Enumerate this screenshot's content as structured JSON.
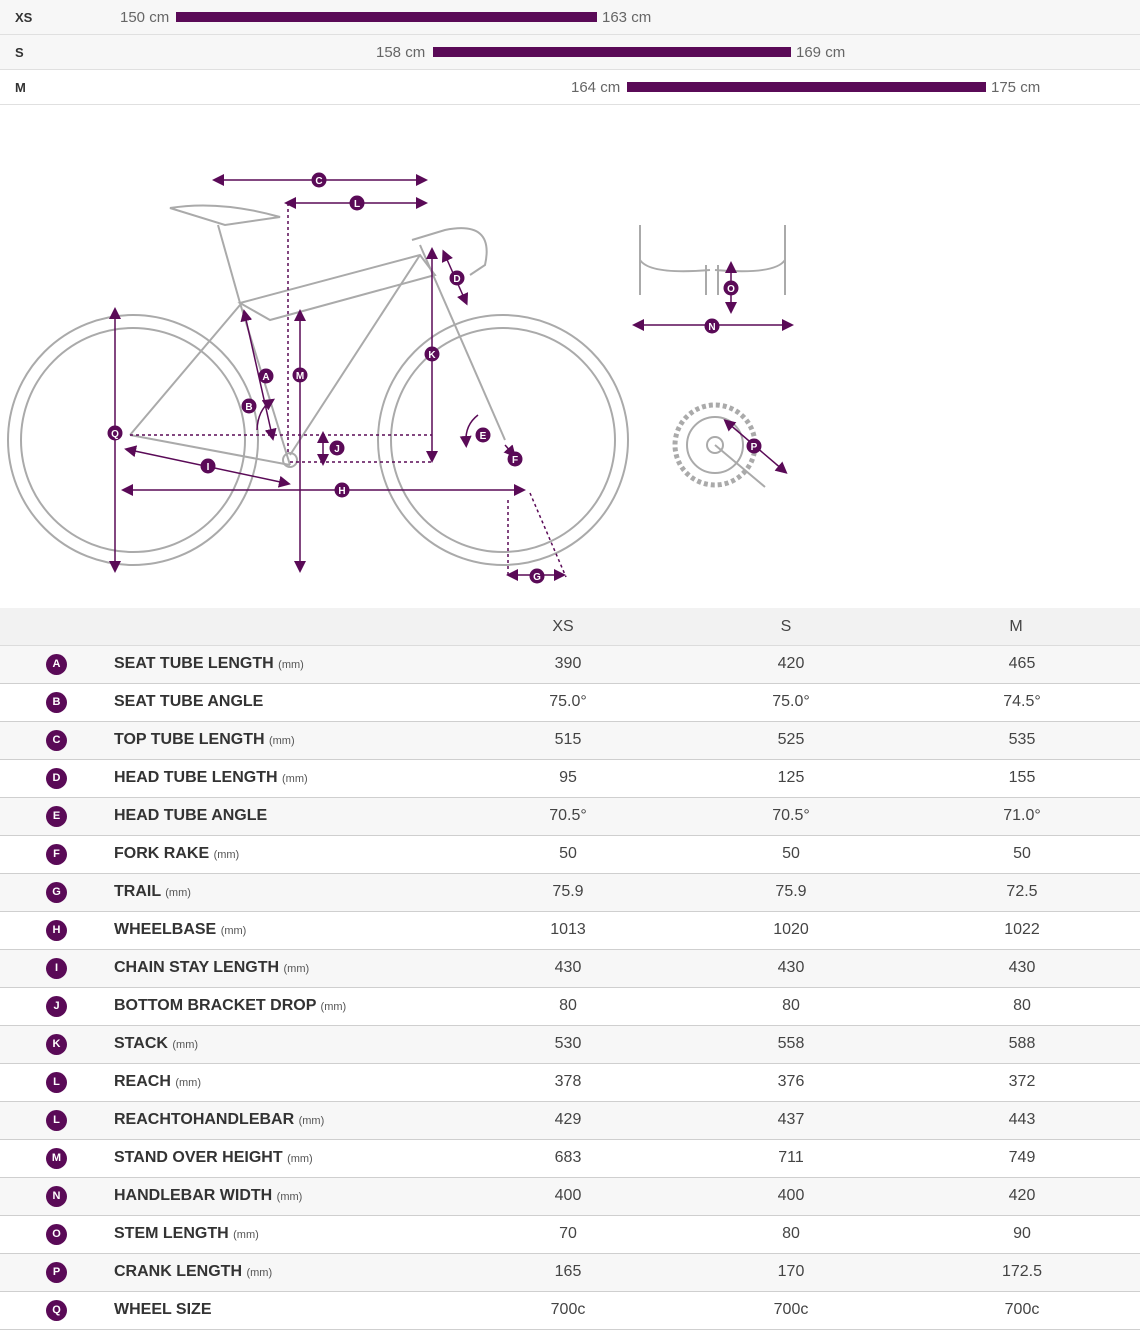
{
  "size_ranges": [
    {
      "size": "XS",
      "min": "150 cm",
      "max": "163 cm"
    },
    {
      "size": "S",
      "min": "158 cm",
      "max": "169 cm"
    },
    {
      "size": "M",
      "min": "164 cm",
      "max": "175 cm"
    }
  ],
  "diagram": {
    "letters": [
      "A",
      "B",
      "C",
      "D",
      "E",
      "F",
      "G",
      "H",
      "I",
      "J",
      "K",
      "L",
      "M",
      "N",
      "O",
      "P",
      "Q"
    ],
    "line_color": "#5a0a57",
    "bike_color": "#aaaaaa"
  },
  "table": {
    "columns": [
      "XS",
      "S",
      "M"
    ],
    "rows": [
      {
        "letter": "A",
        "label": "SEAT TUBE LENGTH",
        "unit": "(mm)",
        "values": [
          "390",
          "420",
          "465"
        ]
      },
      {
        "letter": "B",
        "label": "SEAT TUBE ANGLE",
        "unit": "",
        "values": [
          "75.0°",
          "75.0°",
          "74.5°"
        ]
      },
      {
        "letter": "C",
        "label": "TOP TUBE LENGTH",
        "unit": "(mm)",
        "values": [
          "515",
          "525",
          "535"
        ]
      },
      {
        "letter": "D",
        "label": "HEAD TUBE LENGTH",
        "unit": "(mm)",
        "values": [
          "95",
          "125",
          "155"
        ]
      },
      {
        "letter": "E",
        "label": "HEAD TUBE ANGLE",
        "unit": "",
        "values": [
          "70.5°",
          "70.5°",
          "71.0°"
        ]
      },
      {
        "letter": "F",
        "label": "FORK RAKE",
        "unit": "(mm)",
        "values": [
          "50",
          "50",
          "50"
        ]
      },
      {
        "letter": "G",
        "label": "TRAIL",
        "unit": "(mm)",
        "values": [
          "75.9",
          "75.9",
          "72.5"
        ]
      },
      {
        "letter": "H",
        "label": "WHEELBASE",
        "unit": "(mm)",
        "values": [
          "1013",
          "1020",
          "1022"
        ]
      },
      {
        "letter": "I",
        "label": "CHAIN STAY LENGTH",
        "unit": "(mm)",
        "values": [
          "430",
          "430",
          "430"
        ]
      },
      {
        "letter": "J",
        "label": "BOTTOM BRACKET DROP",
        "unit": "(mm)",
        "values": [
          "80",
          "80",
          "80"
        ]
      },
      {
        "letter": "K",
        "label": "STACK",
        "unit": "(mm)",
        "values": [
          "530",
          "558",
          "588"
        ]
      },
      {
        "letter": "L",
        "label": "REACH",
        "unit": "(mm)",
        "values": [
          "378",
          "376",
          "372"
        ]
      },
      {
        "letter": "L",
        "label": "REACHTOHANDLEBAR",
        "unit": "(mm)",
        "values": [
          "429",
          "437",
          "443"
        ]
      },
      {
        "letter": "M",
        "label": "STAND OVER HEIGHT",
        "unit": "(mm)",
        "values": [
          "683",
          "711",
          "749"
        ]
      },
      {
        "letter": "N",
        "label": "HANDLEBAR WIDTH",
        "unit": "(mm)",
        "values": [
          "400",
          "400",
          "420"
        ]
      },
      {
        "letter": "O",
        "label": "STEM LENGTH",
        "unit": "(mm)",
        "values": [
          "70",
          "80",
          "90"
        ]
      },
      {
        "letter": "P",
        "label": "CRANK LENGTH",
        "unit": "(mm)",
        "values": [
          "165",
          "170",
          "172.5"
        ]
      },
      {
        "letter": "Q",
        "label": "WHEEL SIZE",
        "unit": "",
        "values": [
          "700c",
          "700c",
          "700c"
        ]
      }
    ]
  }
}
